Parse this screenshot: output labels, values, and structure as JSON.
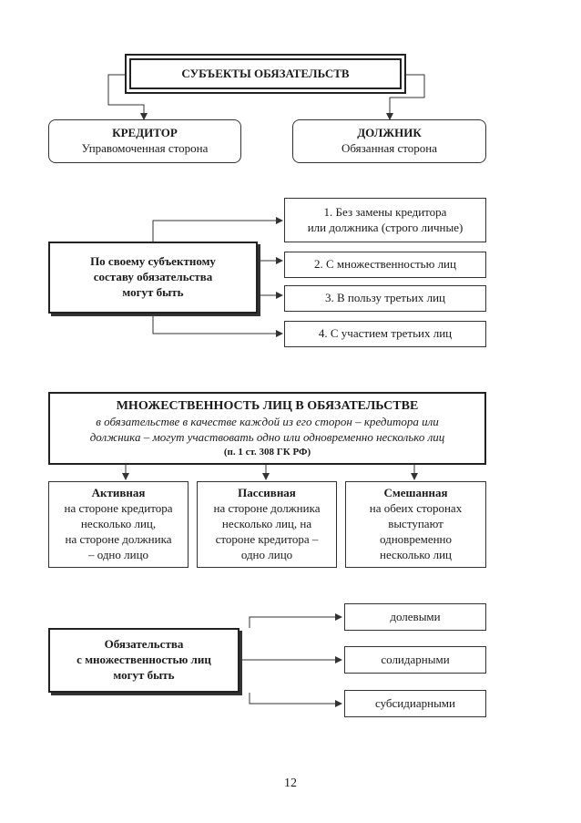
{
  "subjects": {
    "title": "СУБЪЕКТЫ ОБЯЗАТЕЛЬСТВ",
    "creditor": {
      "title": "КРЕДИТОР",
      "subtitle": "Управомоченная сторона"
    },
    "debtor": {
      "title": "ДОЛЖНИК",
      "subtitle": "Обязанная сторона"
    }
  },
  "composition": {
    "source": [
      "По своему субъектному",
      "составу обязательства",
      "могут быть"
    ],
    "items": [
      [
        "1. Без замены кредитора",
        "или должника (строго личные)"
      ],
      [
        "2. С множественностью лиц"
      ],
      [
        "3. В пользу третьих лиц"
      ],
      [
        "4. С участием третьих лиц"
      ]
    ]
  },
  "plurality": {
    "title": "МНОЖЕСТВЕННОСТЬ ЛИЦ В ОБЯЗАТЕЛЬСТВЕ",
    "text": [
      "в обязательстве в качестве каждой из его сторон – кредитора или",
      "должника – могут участвовать одно или одновременно несколько лиц"
    ],
    "ref": "(п. 1 ст. 308 ГК РФ)",
    "types": [
      {
        "title": "Активная",
        "lines": [
          "на стороне кредитора",
          "несколько лиц,",
          "на стороне должника",
          "– одно лицо"
        ]
      },
      {
        "title": "Пассивная",
        "lines": [
          "на стороне должника",
          "несколько лиц, на",
          "стороне кредитора –",
          "одно лицо"
        ]
      },
      {
        "title": "Смешанная",
        "lines": [
          "на обеих сторонах",
          "выступают",
          "одновременно",
          "несколько лиц"
        ]
      }
    ]
  },
  "multi": {
    "source": [
      "Обязательства",
      "с множественностью лиц",
      "могут быть"
    ],
    "items": [
      "долевыми",
      "солидарными",
      "субсидиарными"
    ]
  },
  "page_number": "12"
}
